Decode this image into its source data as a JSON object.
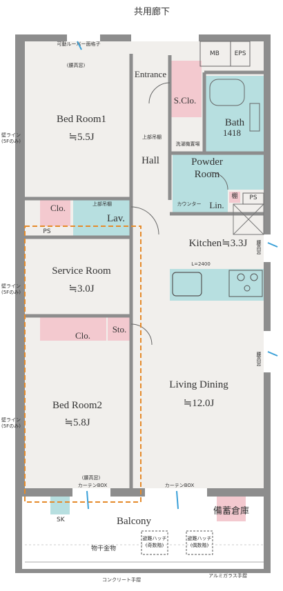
{
  "plan": {
    "common_corridor": "共用廊下",
    "rooms": {
      "entrance": "Entrance",
      "shoe_closet": "S.Clo.",
      "bath": "Bath",
      "bath_size": "1418",
      "bed1": "Bed Room1",
      "bed1_size": "≒5.5J",
      "hall": "Hall",
      "powder": "Powder",
      "powder2": "Room",
      "counter": "カウンター",
      "linen": "Lin.",
      "shelf": "棚",
      "ps": "PS",
      "ps_small": "PS",
      "closet_upper": "Clo.",
      "lav": "Lav.",
      "kitchen": "Kitchen≒3.3J",
      "kitchen_len": "L=2400",
      "service": "Service Room",
      "service_size": "≒3.0J",
      "closet_mid": "Clo.",
      "storage": "Sto.",
      "bed2": "Bed Room2",
      "bed2_size": "≒5.8J",
      "living": "Living Dining",
      "living_size": "≒12.0J",
      "balcony": "Balcony",
      "emergency_store": "備蓄倉庫",
      "mb": "MB",
      "eps": "EPS"
    },
    "notes": {
      "louver": "可動ルーバー面格子",
      "high_window_top": "(腰高窓)",
      "upper_shelf": "上部吊棚",
      "upper_shelf2": "上部吊棚",
      "washer": "洗濯機置場",
      "wall_line1": "壁ライン",
      "wall_line1b": "(5Fのみ)",
      "wall_line2": "壁ライン",
      "wall_line2b": "(5Fのみ)",
      "wall_line3": "壁ライン",
      "wall_line3b": "(5Fのみ)",
      "window_k": "腰高窓",
      "window_l": "腰高窓",
      "high_window_bed2": "(腰高窓)",
      "curtain1": "カーテンBOX",
      "curtain2": "カーテンBOX",
      "sk": "SK",
      "drying": "物干金物",
      "hatch1": "避難ハッチ",
      "hatch1b": "(奇数階)",
      "hatch2": "避難ハッチ",
      "hatch2b": "(偶数階)",
      "concrete_rail": "コンクリート手摺",
      "glass_rail": "アルミガラス手摺"
    }
  }
}
